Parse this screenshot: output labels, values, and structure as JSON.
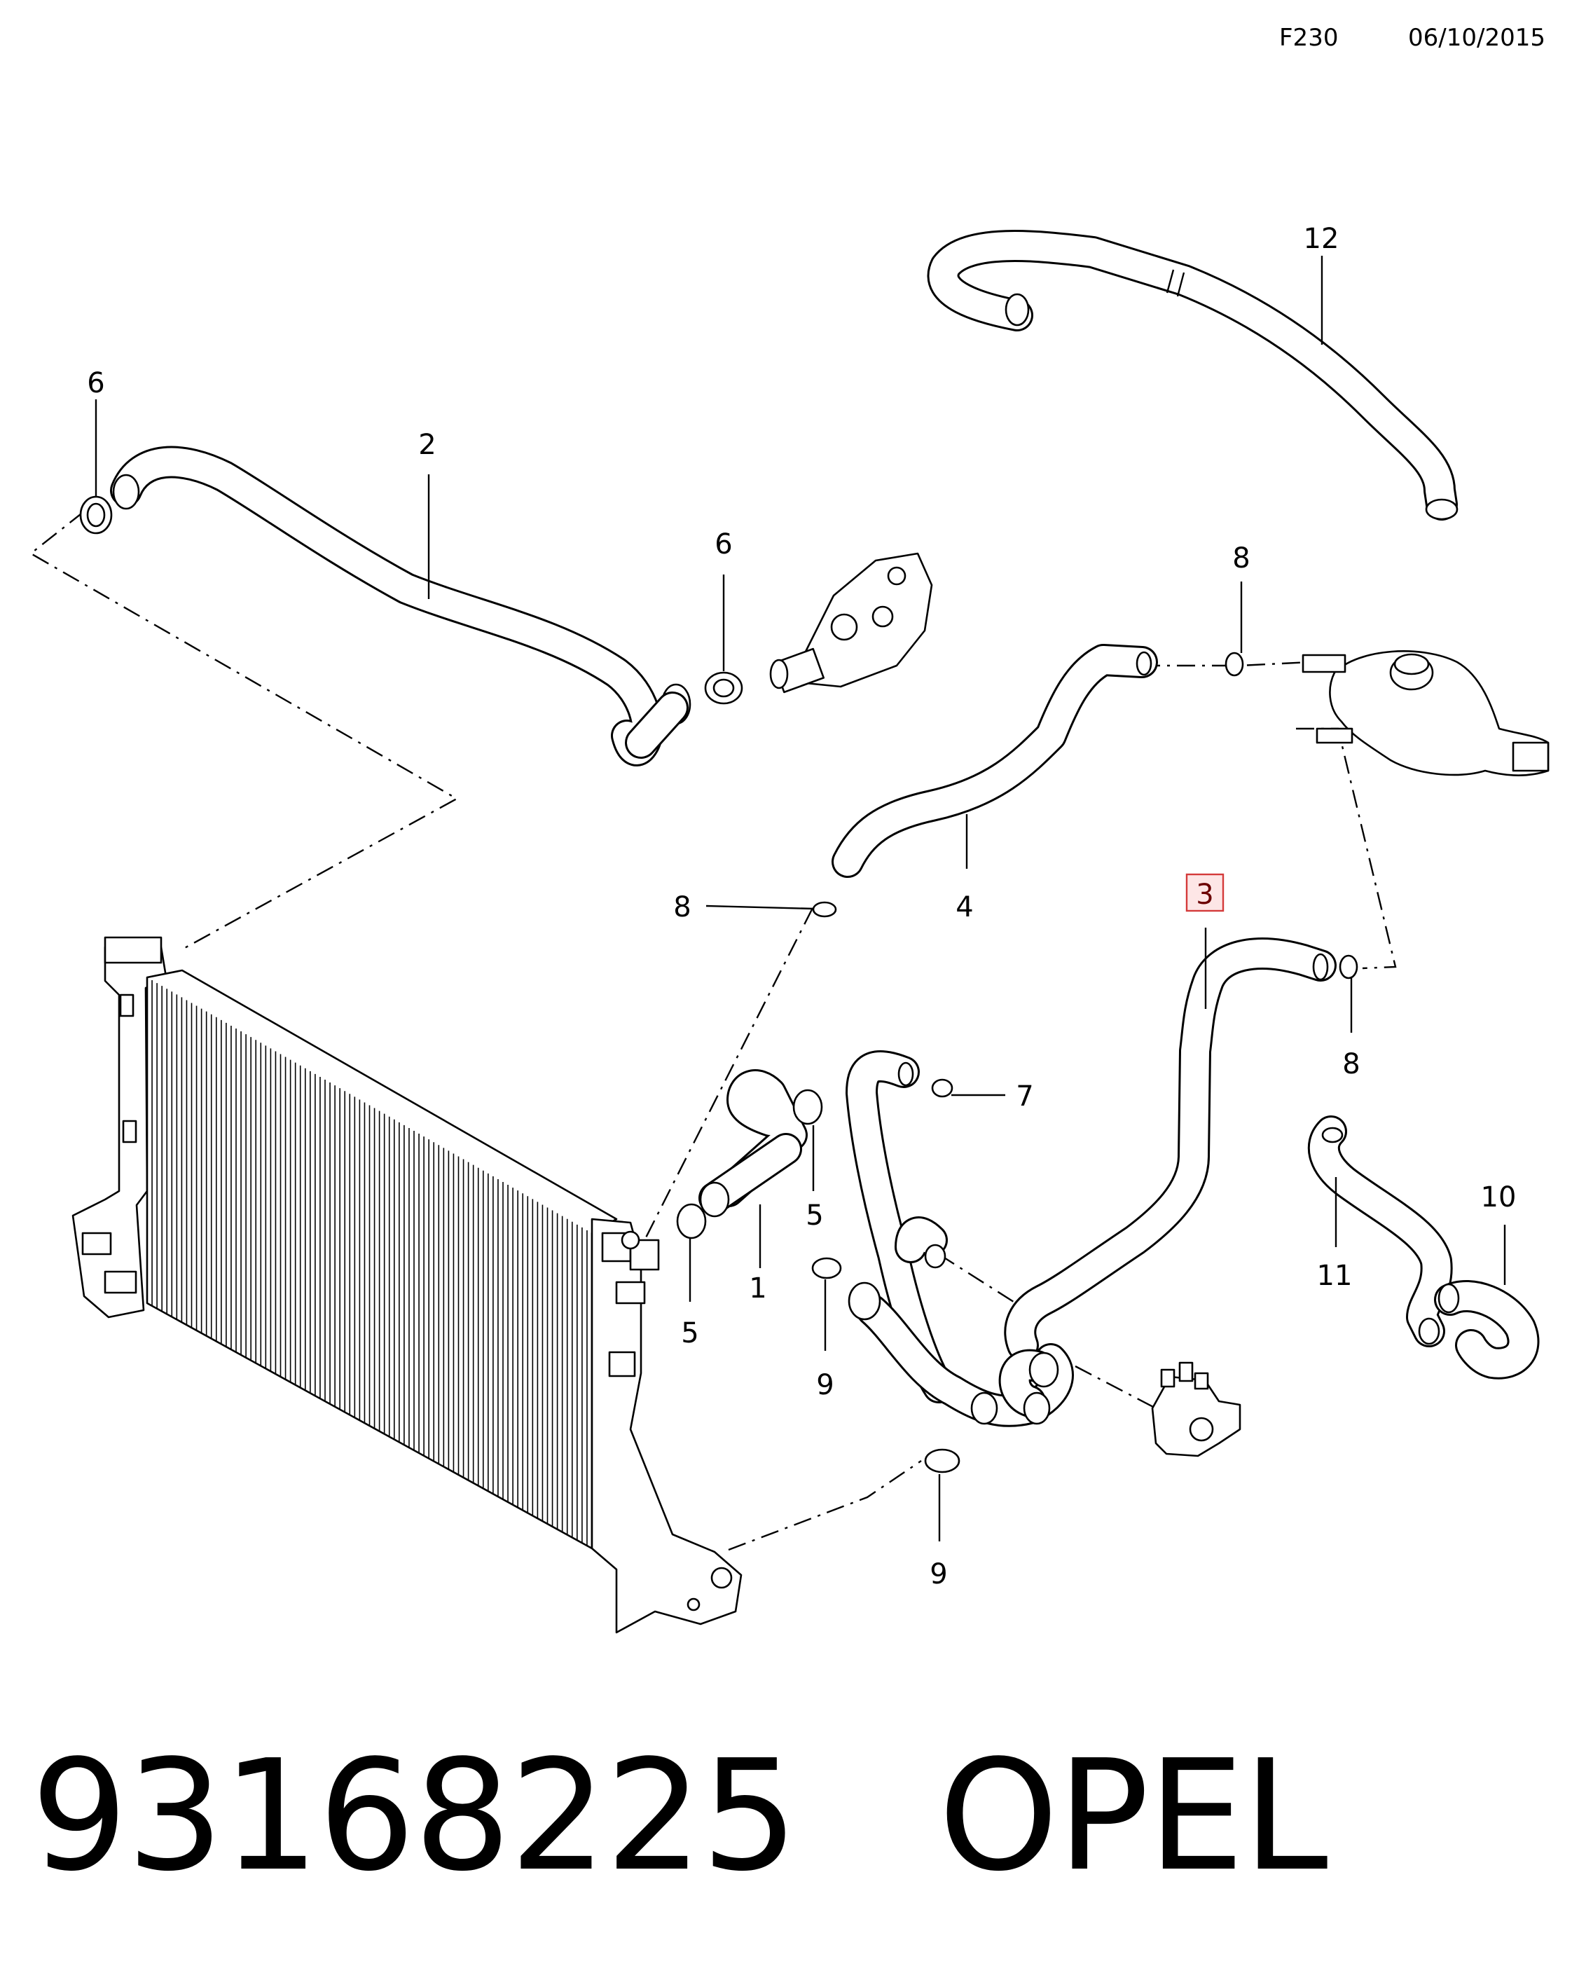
{
  "header": {
    "code": "F230",
    "date": "06/10/2015"
  },
  "callouts": [
    "1",
    "2",
    "3",
    "4",
    "5",
    "5",
    "6",
    "6",
    "7",
    "8",
    "8",
    "8",
    "9",
    "9",
    "10",
    "11",
    "12"
  ],
  "highlighted_callout": "3",
  "footer": {
    "part_number": "93168225",
    "brand": "OPEL"
  }
}
